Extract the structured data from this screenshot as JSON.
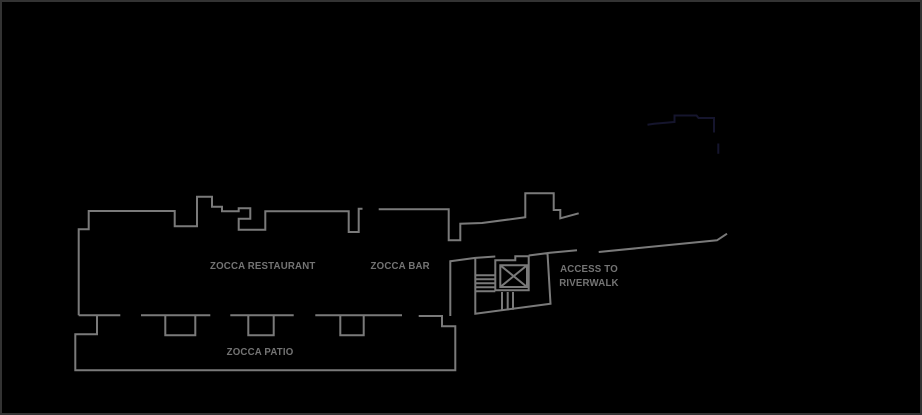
{
  "floorplan": {
    "background_color": "#000000",
    "frame_color": "#333333",
    "wall_color": "#7a7a7a",
    "adjacent_building_color": "#15152d",
    "text_color": "#747474",
    "rooms": [
      {
        "id": "restaurant",
        "label": "ZOCCA RESTAURANT"
      },
      {
        "id": "bar",
        "label": "ZOCCA BAR"
      },
      {
        "id": "patio",
        "label": "ZOCCA PATIO"
      }
    ],
    "annotations": [
      {
        "id": "riverwalk-access",
        "lines": [
          "ACCESS TO",
          "RIVERWALK"
        ]
      }
    ],
    "features": [
      {
        "id": "elevator",
        "icon": "elevator-x-box"
      },
      {
        "id": "stairs",
        "icon": "stair-treads"
      },
      {
        "id": "walkway",
        "icon": "diagonal-path"
      }
    ]
  }
}
